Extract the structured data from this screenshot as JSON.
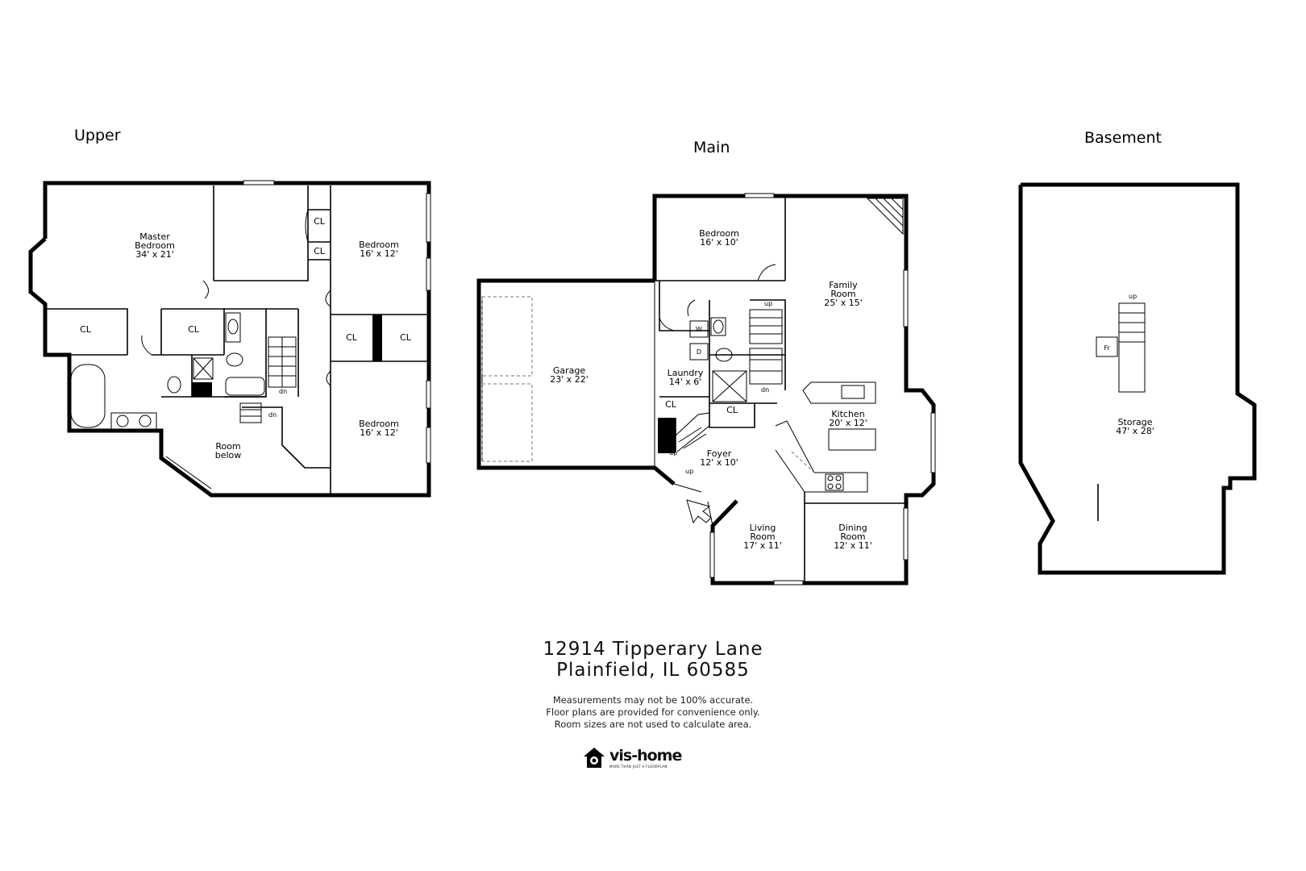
{
  "floors": {
    "upper": {
      "title": "Upper",
      "rooms": {
        "master": {
          "name1": "Master",
          "name2": "Bedroom",
          "size": "34' x 21'"
        },
        "bedroom_ne": {
          "name": "Bedroom",
          "size": "16' x 12'"
        },
        "bedroom_se": {
          "name": "Bedroom",
          "size": "16' x 12'"
        },
        "room_below": {
          "name1": "Room",
          "name2": "below"
        }
      },
      "closet": "CL",
      "stair_down": "dn"
    },
    "main": {
      "title": "Main",
      "rooms": {
        "bedroom": {
          "name": "Bedroom",
          "size": "16' x 10'"
        },
        "family": {
          "name1": "Family",
          "name2": "Room",
          "size": "25' x 15'"
        },
        "garage": {
          "name": "Garage",
          "size": "23' x 22'"
        },
        "laundry": {
          "name": "Laundry",
          "size": "14' x 6'"
        },
        "kitchen": {
          "name": "Kitchen",
          "size": "20' x 12'"
        },
        "foyer": {
          "name": "Foyer",
          "size": "12' x 10'"
        },
        "living": {
          "name1": "Living",
          "name2": "Room",
          "size": "17' x 11'"
        },
        "dining": {
          "name1": "Dining",
          "name2": "Room",
          "size": "12' x 11'"
        }
      },
      "closet": "CL",
      "washer": "W",
      "dryer": "D",
      "stair_up": "up",
      "stair_down": "dn"
    },
    "basement": {
      "title": "Basement",
      "rooms": {
        "storage": {
          "name": "Storage",
          "size": "47' x 28'"
        }
      },
      "furnace": "Fr",
      "stair_up": "up"
    }
  },
  "address": {
    "line1": "12914 Tipperary Lane",
    "line2": "Plainfield, IL 60585"
  },
  "disclaimer": [
    "Measurements may not be 100% accurate.",
    "Floor plans are provided for convenience only.",
    "Room sizes are not used to calculate area."
  ],
  "brand": {
    "name": "vis-home",
    "tagline": "MORE THAN JUST A FLOORPLAN",
    "icon": "house-camera-icon"
  }
}
